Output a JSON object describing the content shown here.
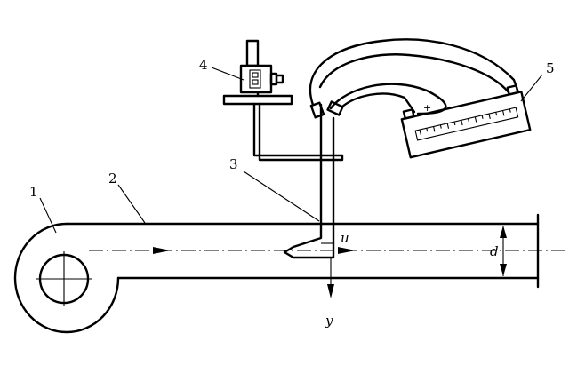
{
  "labels": {
    "n1": "1",
    "n2": "2",
    "n3": "3",
    "n4": "4",
    "n5": "5",
    "u": "u",
    "y": "y",
    "d": "d",
    "plus": "+",
    "minus": "−"
  }
}
